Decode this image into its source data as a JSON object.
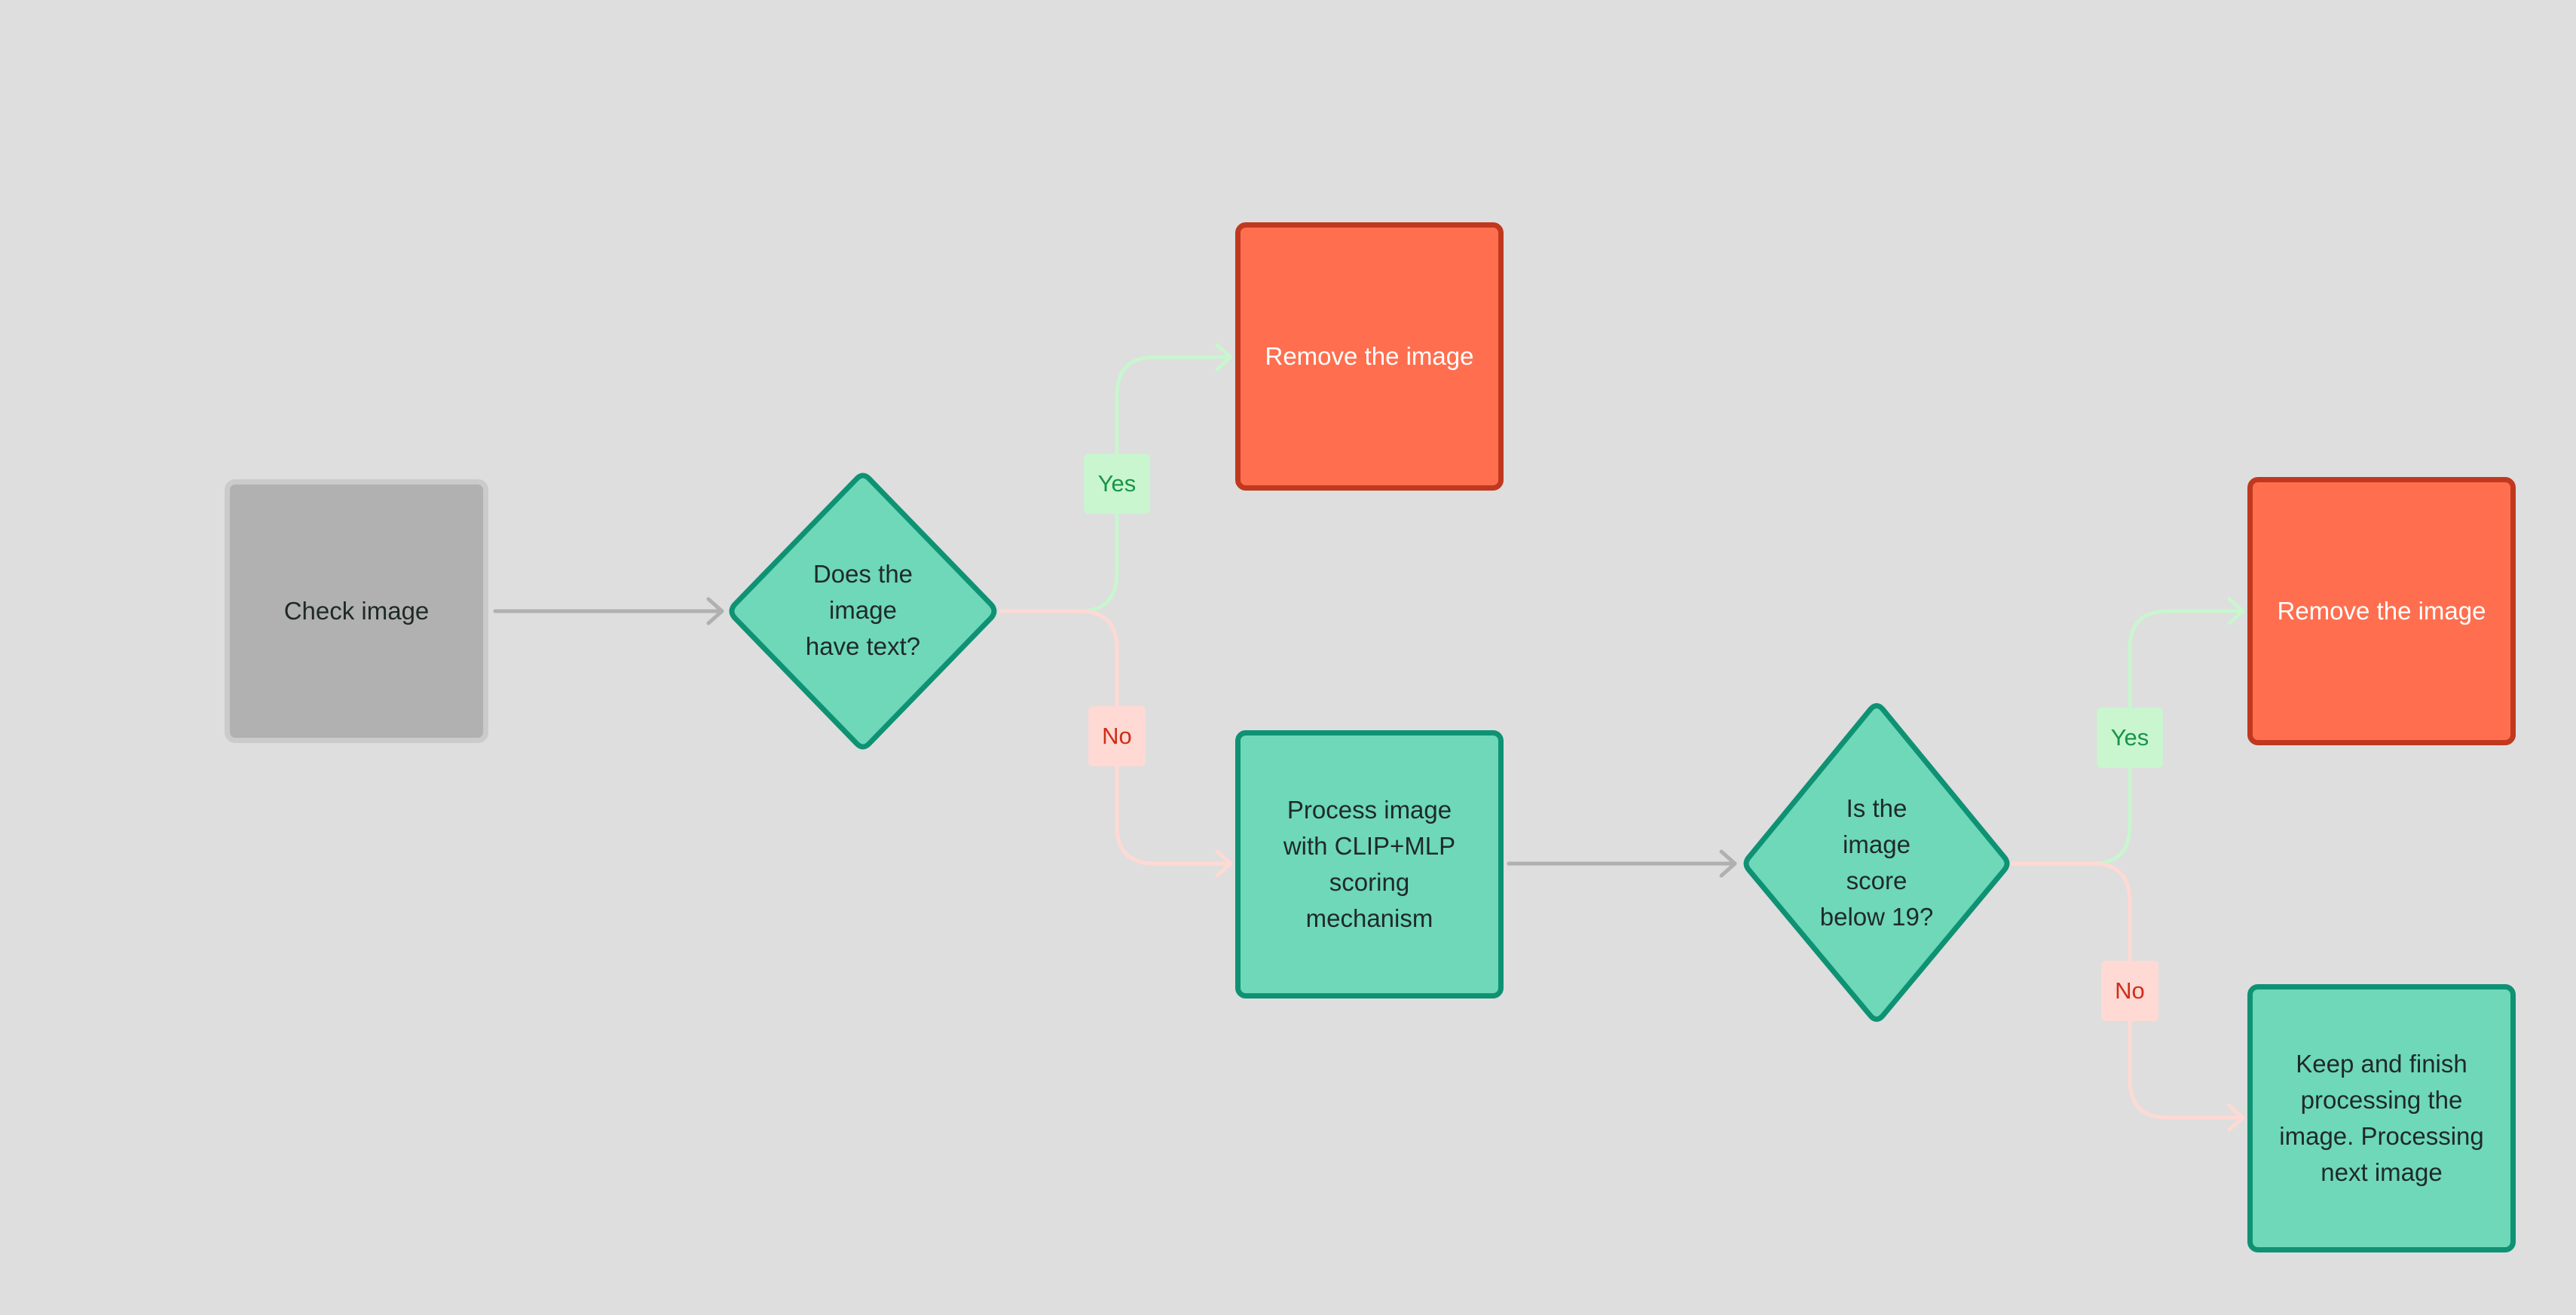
{
  "nodes": {
    "check_image": "Check image",
    "decision_text": "Does the\nimage\nhave text?",
    "remove_1": "Remove the image",
    "process": "Process image\nwith CLIP+MLP\nscoring\nmechanism",
    "decision_score": "Is the\nimage\nscore\nbelow 19?",
    "remove_2": "Remove the image",
    "keep": "Keep and finish\nprocessing the\nimage. Processing\nnext image"
  },
  "edges": {
    "yes_1": "Yes",
    "no_1": "No",
    "yes_2": "Yes",
    "no_2": "No"
  },
  "colors": {
    "background": "#dedede",
    "neutral_fill": "#b1b1b1",
    "remove_fill": "#ff6f4f",
    "remove_border": "#c0391f",
    "process_fill": "#6ed8b8",
    "process_border": "#0e9273",
    "yes_line": "#c9f5cf",
    "no_line": "#ffd9d4",
    "neutral_line": "#b0b0b0"
  }
}
